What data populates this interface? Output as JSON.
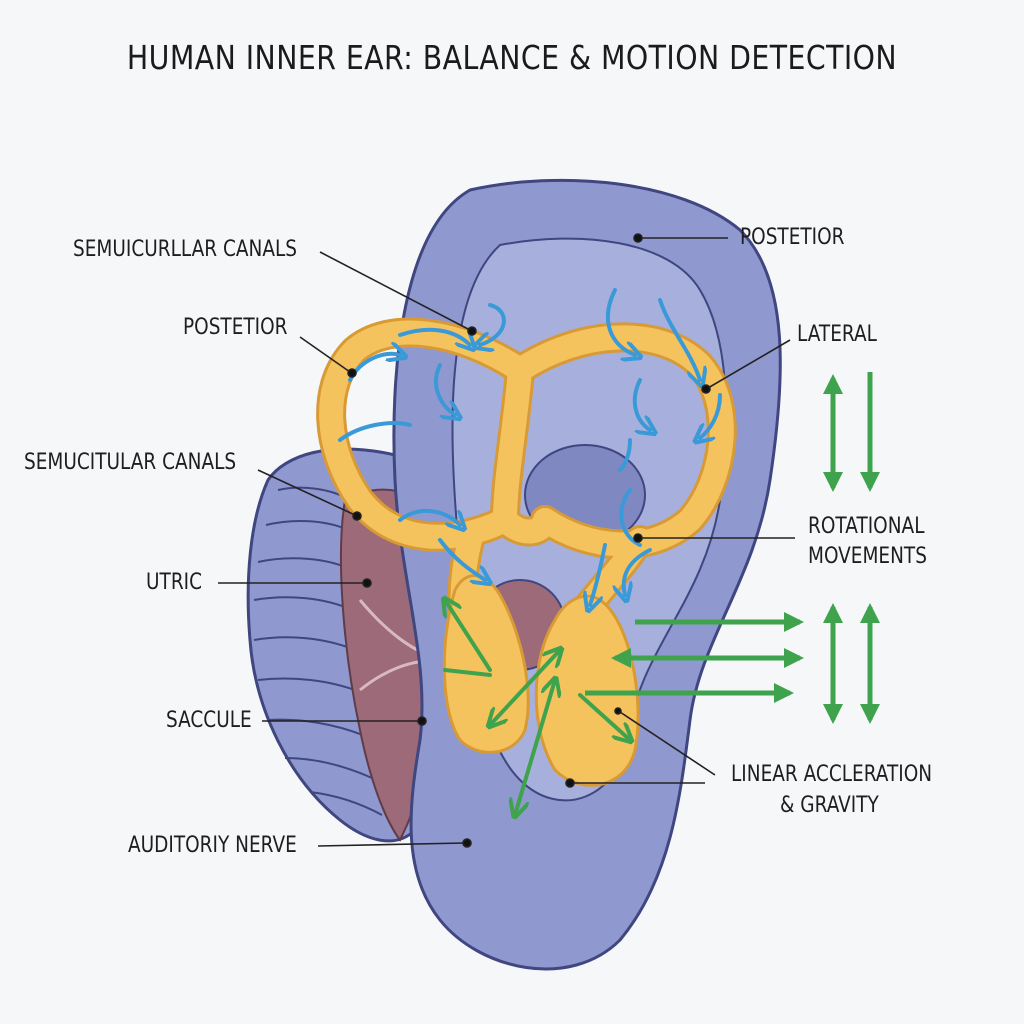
{
  "title": "HUMAN INNER EAR: BALANCE & MOTION DETECTION",
  "labels": {
    "semicircular_canals_top": "SEMUICURLLAR CANALS",
    "posterior_left": "POSTETIOR",
    "semicircular_canals_mid": "SEMUCITULAR CANALS",
    "utricle": "UTRIC",
    "saccule": "SACCULE",
    "auditory_nerve": "AUDITORIY NERVE",
    "posterior_right": "POSTETIOR",
    "lateral": "LATERAL",
    "rotational_line1": "ROTATIONAL",
    "rotational_line2": "MOVEMENTS",
    "linear_line1": "LINEAR ACCLERATION",
    "linear_line2": "& GRAVITY"
  },
  "colors": {
    "ear_body": "#8f98cf",
    "ear_outline": "#3f4680",
    "canals_fill": "#f5c35e",
    "canals_outline": "#d89a35",
    "flow_arrows": "#3a9ad8",
    "motion_arrows": "#3fa34d",
    "tissue": "#9c6a78",
    "background": "#f6f7f9"
  }
}
